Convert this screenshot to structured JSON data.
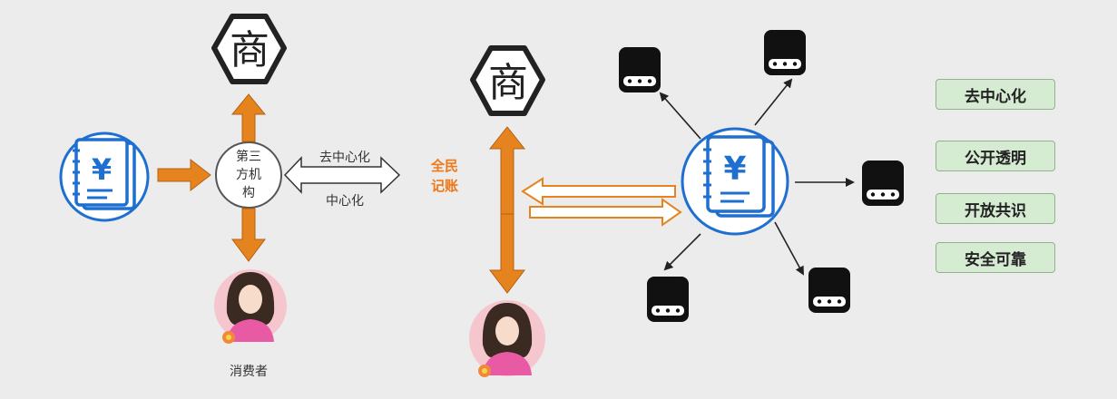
{
  "left": {
    "merchant_char": "商",
    "currency_symbol": "¥",
    "institution_label_lines": [
      "第三",
      "方机",
      "构"
    ],
    "consumer_label": "消费者",
    "decentralized_label": "去中心化",
    "centralized_label": "中心化"
  },
  "right": {
    "merchant_char": "商",
    "currency_symbol": "¥",
    "public_ledger_label_lines": [
      "全民",
      "记账"
    ]
  },
  "tags": [
    "去中心化",
    "公开透明",
    "开放共识",
    "安全可靠"
  ],
  "colors": {
    "arrow_orange": "#e5841e",
    "accent_orange": "#f07818",
    "ledger_blue": "#1f6fd0",
    "merchant_stroke": "#222222",
    "tag_bg": "#d5ebd2",
    "tag_border": "#8fb48a"
  },
  "icons": [
    "merchant-hexagon-icon",
    "ledger-book-icon",
    "consumer-avatar-icon",
    "server-node-icon"
  ]
}
